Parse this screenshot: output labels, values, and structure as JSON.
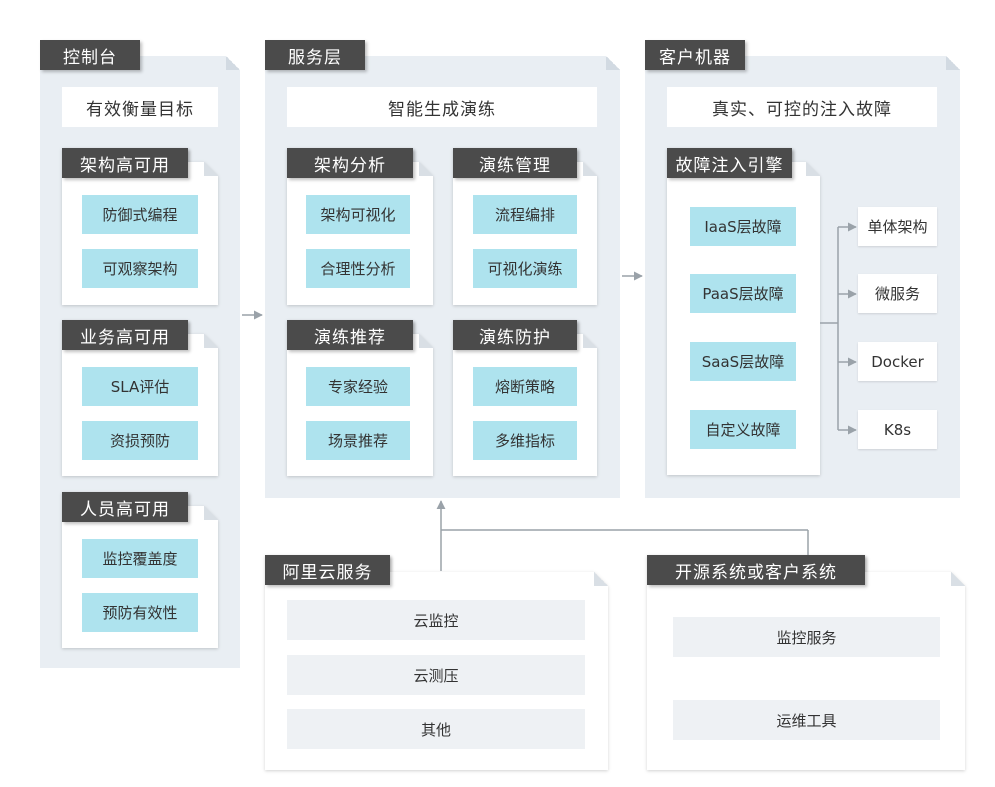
{
  "columns": {
    "console": {
      "title": "控制台",
      "goal": "有效衡量目标",
      "groups": [
        {
          "title": "架构高可用",
          "items": [
            "防御式编程",
            "可观察架构"
          ]
        },
        {
          "title": "业务高可用",
          "items": [
            "SLA评估",
            "资损预防"
          ]
        },
        {
          "title": "人员高可用",
          "items": [
            "监控覆盖度",
            "预防有效性"
          ]
        }
      ]
    },
    "service": {
      "title": "服务层",
      "goal": "智能生成演练",
      "groups": [
        {
          "title": "架构分析",
          "items": [
            "架构可视化",
            "合理性分析"
          ]
        },
        {
          "title": "演练管理",
          "items": [
            "流程编排",
            "可视化演练"
          ]
        },
        {
          "title": "演练推荐",
          "items": [
            "专家经验",
            "场景推荐"
          ]
        },
        {
          "title": "演练防护",
          "items": [
            "熔断策略",
            "多维指标"
          ]
        }
      ]
    },
    "client": {
      "title": "客户机器",
      "goal": "真实、可控的注入故障",
      "engine": {
        "title": "故障注入引擎",
        "items": [
          "IaaS层故障",
          "PaaS层故障",
          "SaaS层故障",
          "自定义故障"
        ]
      },
      "targets": [
        "单体架构",
        "微服务",
        "Docker",
        "K8s"
      ]
    }
  },
  "bottom": {
    "aliyun": {
      "title": "阿里云服务",
      "items": [
        "云监控",
        "云测压",
        "其他"
      ]
    },
    "external": {
      "title": "开源系统或客户系统",
      "items": [
        "监控服务",
        "运维工具"
      ]
    }
  },
  "colors": {
    "tab": "#4b4b4b",
    "panel": "#e9eef3",
    "feature_box": "#aee3ee",
    "service_box": "#eef1f4",
    "connector": "#9aa2a9"
  }
}
